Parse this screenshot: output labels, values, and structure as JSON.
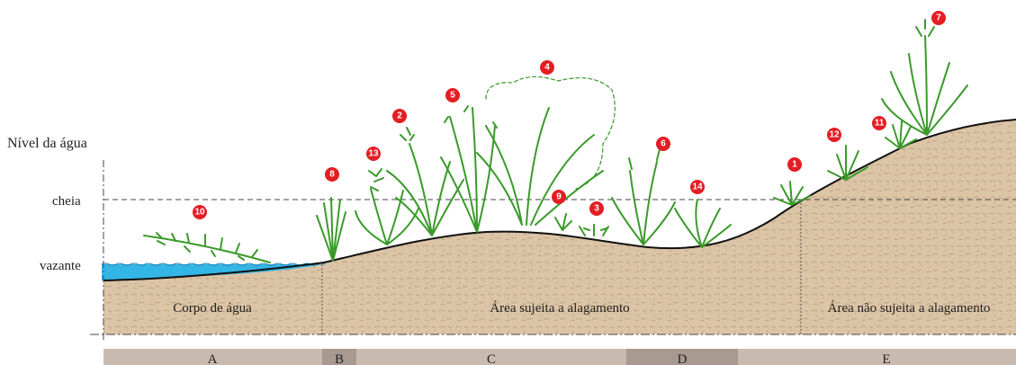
{
  "levels": {
    "water_level_title": "Nível da água",
    "high": "cheia",
    "low": "vazante"
  },
  "zones": {
    "water_body": "Corpo de água",
    "floodable": "Área sujeita a alagamento",
    "non_floodable": "Área não sujeita a alagamento"
  },
  "segments": [
    "A",
    "B",
    "C",
    "D",
    "E"
  ],
  "plant_markers": [
    "1",
    "2",
    "3",
    "4",
    "5",
    "6",
    "7",
    "8",
    "9",
    "10",
    "11",
    "12",
    "13",
    "14"
  ],
  "colors": {
    "soil": "#dcc4a6",
    "water": "#33b5e5",
    "plant": "#3a9a2a",
    "marker": "#e31e24",
    "segment_light": "#c9bab0",
    "segment_dark": "#a89a90"
  }
}
